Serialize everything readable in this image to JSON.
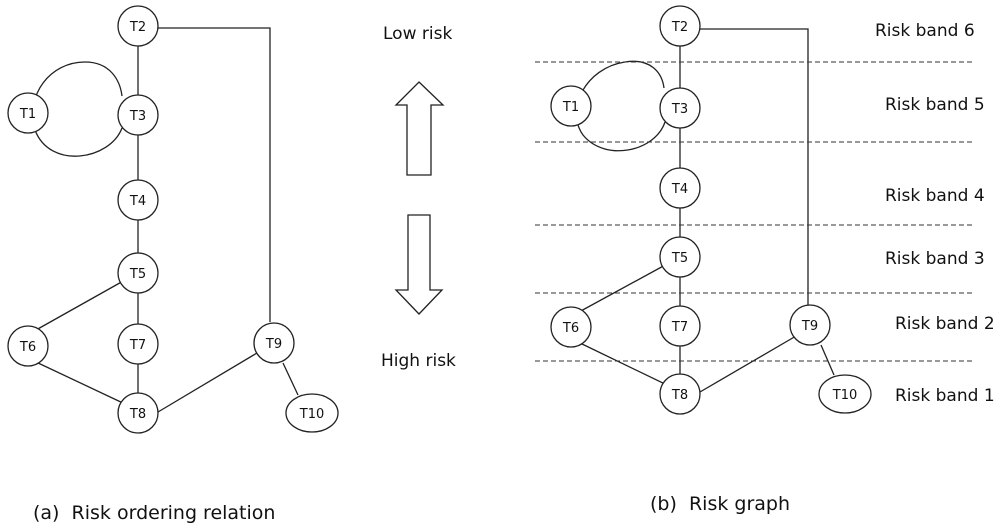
{
  "left_diagram": {
    "caption": "(a)  Risk ordering relation",
    "nodes": [
      "T1",
      "T2",
      "T3",
      "T4",
      "T5",
      "T6",
      "T7",
      "T8",
      "T9",
      "T10"
    ]
  },
  "center": {
    "top_label": "Low risk",
    "bottom_label": "High risk"
  },
  "right_diagram": {
    "caption": "(b)  Risk graph",
    "nodes": [
      "T1",
      "T2",
      "T3",
      "T4",
      "T5",
      "T6",
      "T7",
      "T8",
      "T9",
      "T10"
    ],
    "bands": [
      "Risk band 6",
      "Risk band 5",
      "Risk band 4",
      "Risk band 3",
      "Risk band 2",
      "Risk band 1"
    ]
  }
}
